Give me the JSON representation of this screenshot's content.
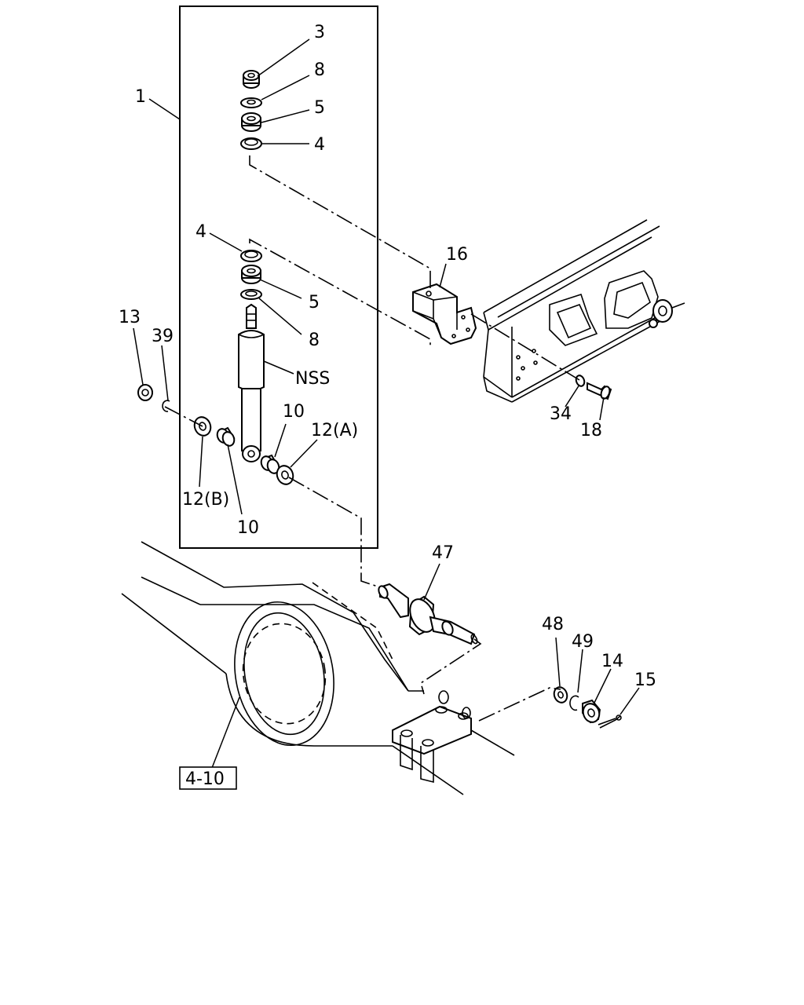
{
  "callouts": {
    "c1": "1",
    "c3": "3",
    "c8_top": "8",
    "c5_top": "5",
    "c4_top": "4",
    "c4_mid": "4",
    "c5_mid": "5",
    "c8_mid": "8",
    "c16": "16",
    "c13": "13",
    "c39": "39",
    "nss": "NSS",
    "c10_right": "10",
    "c12a": "12(A)",
    "c12b": "12(B)",
    "c10_left": "10",
    "c34": "34",
    "c18": "18",
    "c47": "47",
    "c48": "48",
    "c49": "49",
    "c14": "14",
    "c15": "15"
  },
  "reference_box": {
    "label": "4-10"
  }
}
